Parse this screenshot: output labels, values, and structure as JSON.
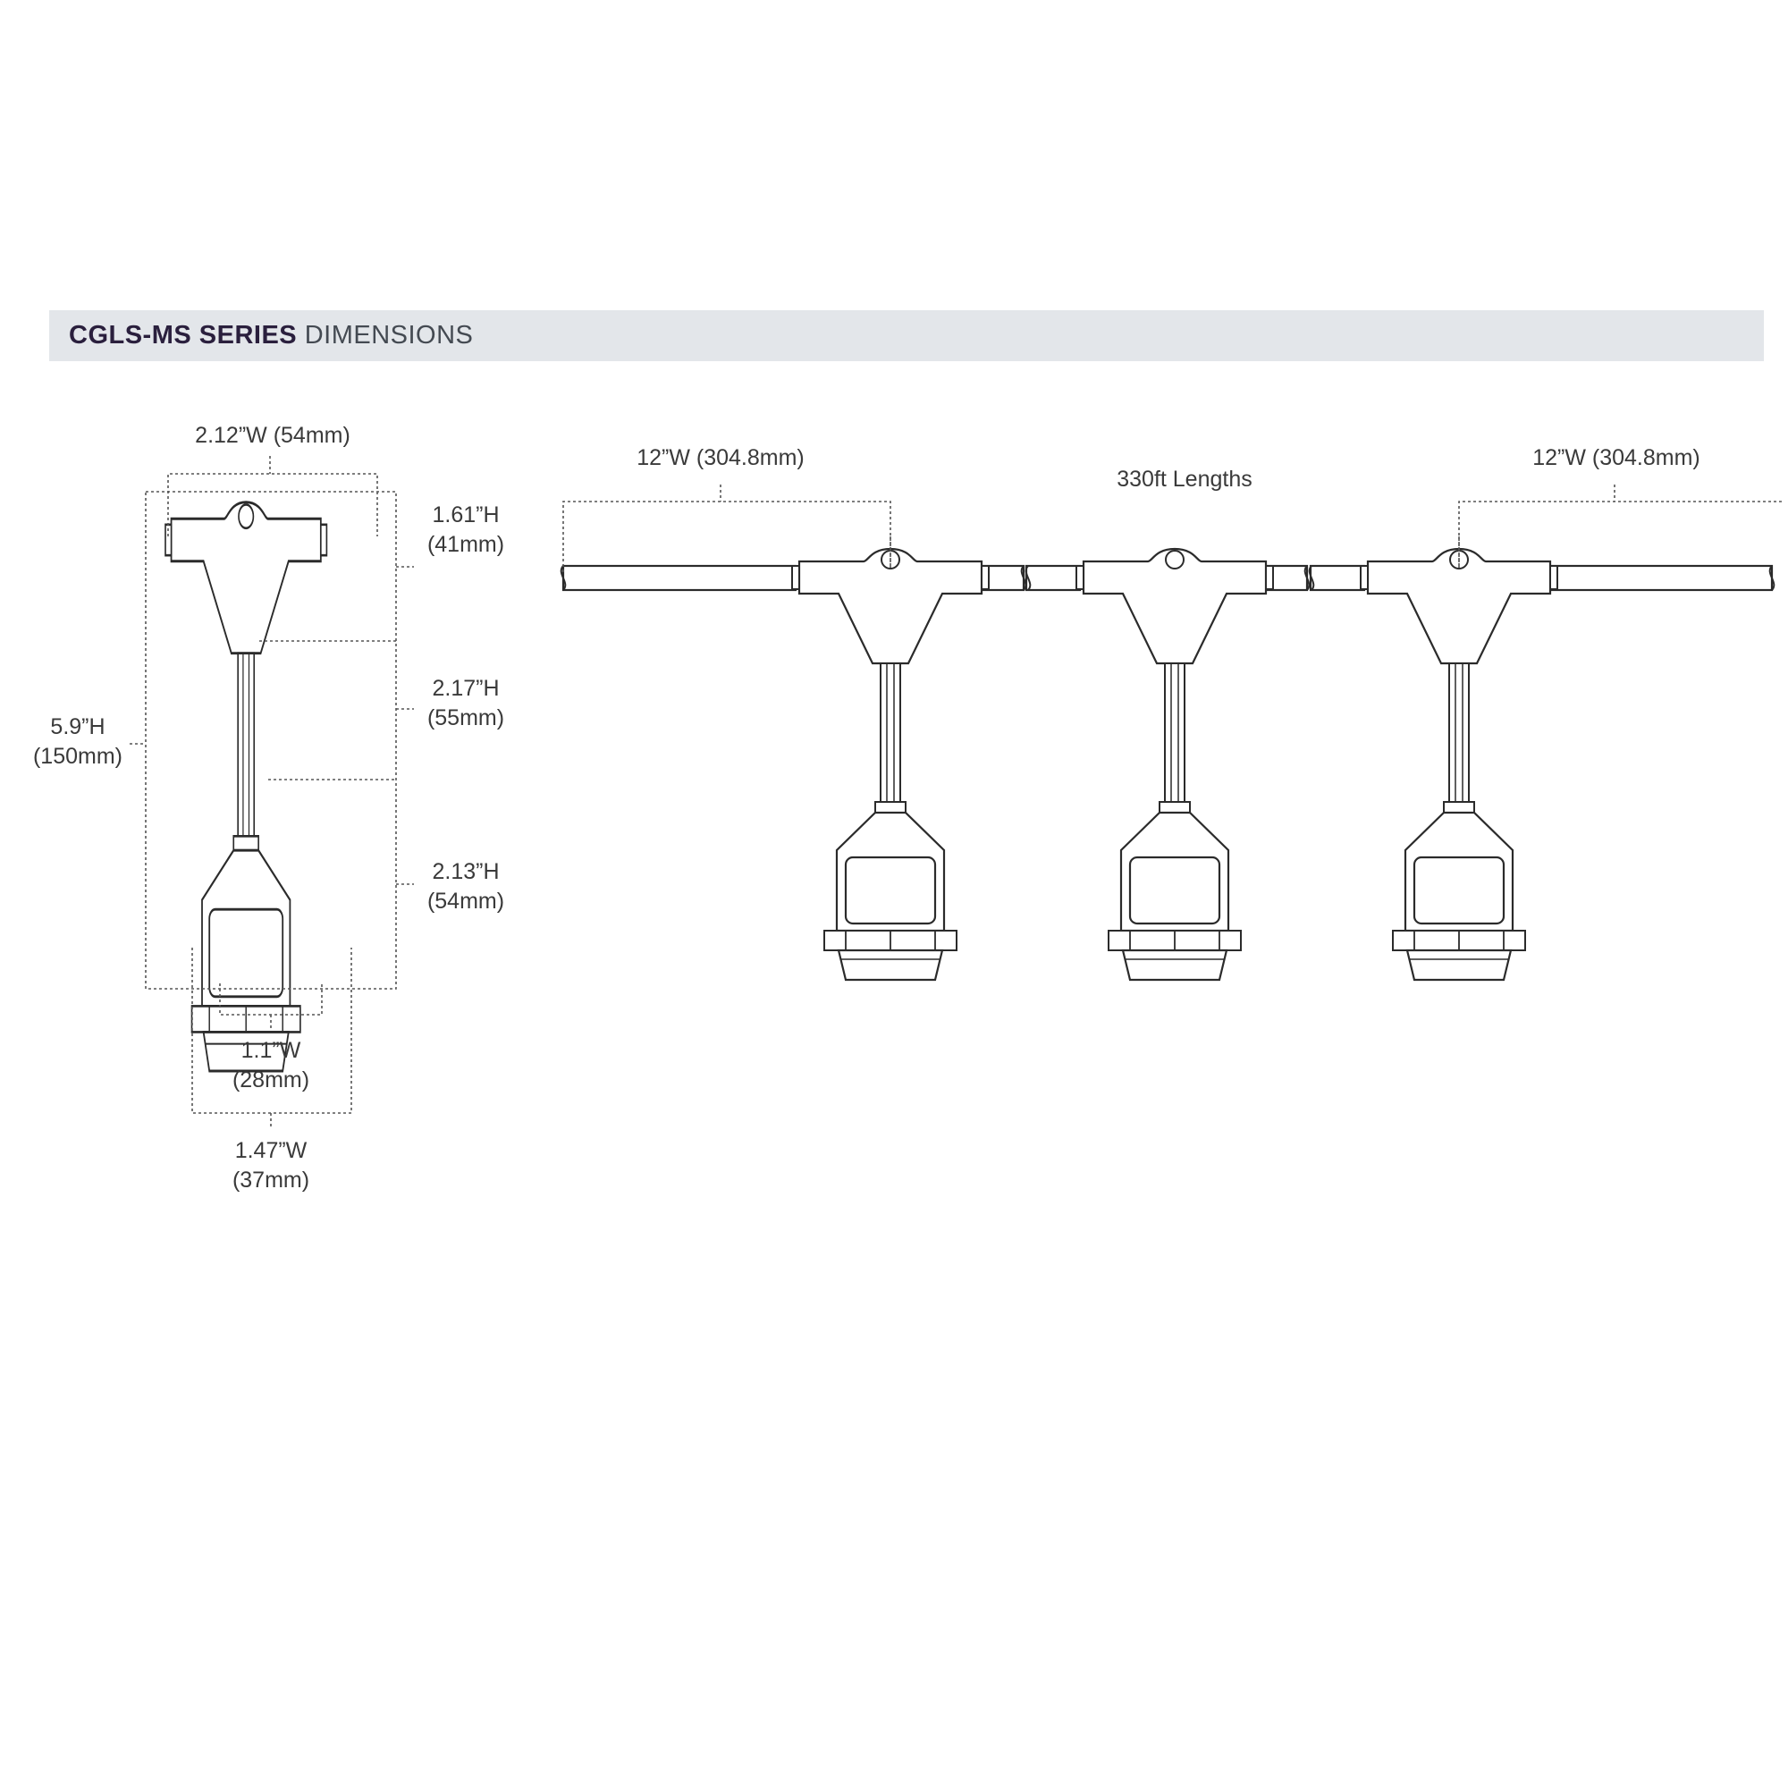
{
  "header": {
    "bold": "CGLS-MS SERIES",
    "light": "DIMENSIONS",
    "background": "#e3e6ea"
  },
  "detail_view": {
    "top_width": "2.12”W (54mm)",
    "head_height": {
      "inch": "1.61”H",
      "mm": "(41mm)"
    },
    "stem_height": {
      "inch": "2.17”H",
      "mm": "(55mm)"
    },
    "socket_height": {
      "inch": "2.13”H",
      "mm": "(54mm)"
    },
    "total_height": {
      "inch": "5.9”H",
      "mm": "(150mm)"
    },
    "bottom_width": {
      "inch": "1.1”W",
      "mm": "(28mm)"
    },
    "collar_width": {
      "inch": "1.47”W",
      "mm": "(37mm)"
    }
  },
  "string_view": {
    "left_spacing": "12”W (304.8mm)",
    "length": "330ft Lengths",
    "right_spacing": "12”W (304.8mm)"
  },
  "colors": {
    "line": "#2b2b2b",
    "dim_line": "#555555",
    "text": "#3a3a3a"
  }
}
